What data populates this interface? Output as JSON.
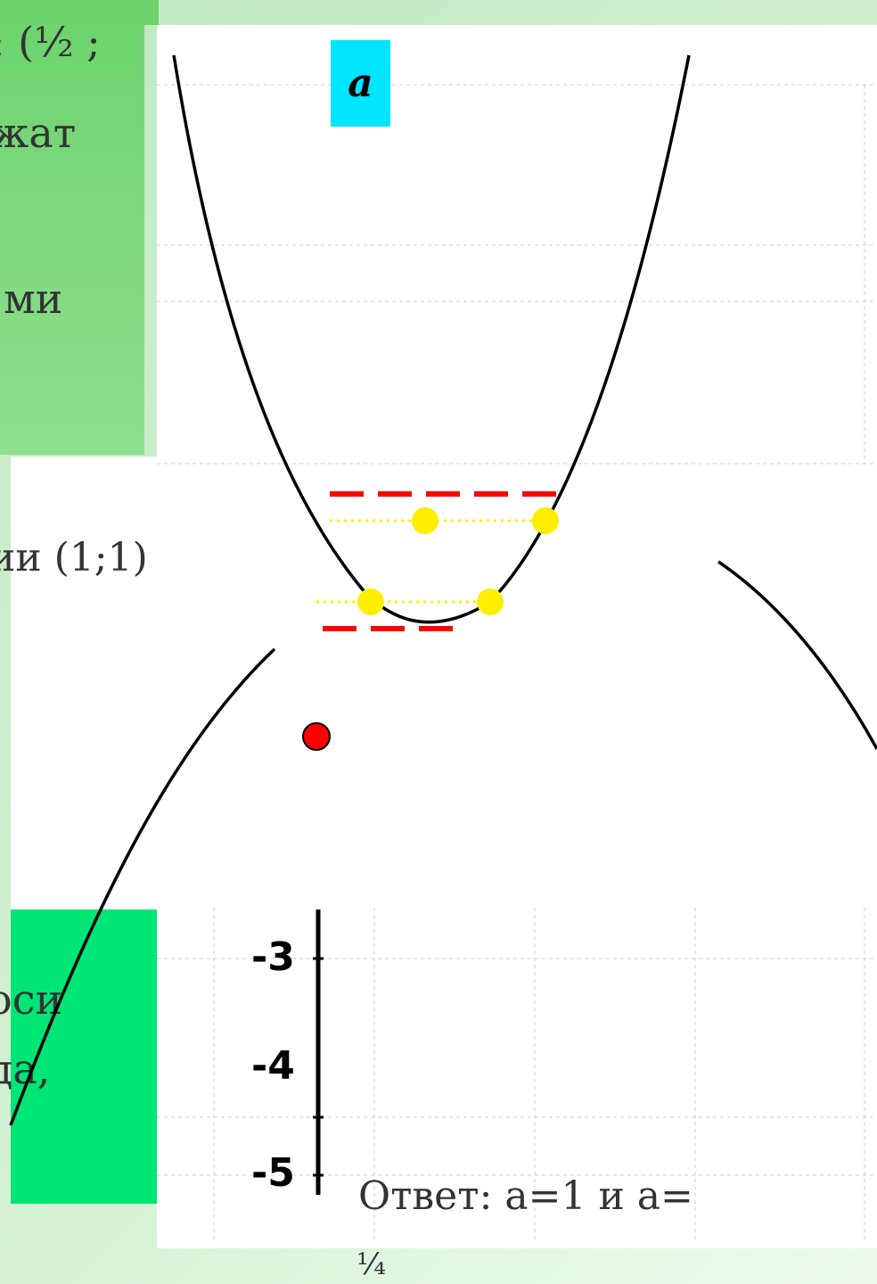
{
  "texts": {
    "line1": ": (½ ;",
    "line2": "жат",
    "line3": "ми",
    "line4": "ии (1;1)",
    "line5": "оси",
    "line6": "да,"
  },
  "param_label": "a",
  "axis_ticks": [
    "-3",
    "-4",
    "-5"
  ],
  "answer": {
    "text": "Ответ: a=1 и a=",
    "fraction": "¼"
  },
  "colors": {
    "panel_green": "#6cd36c",
    "bright_green": "#00e676",
    "cyan": "#00e5ff",
    "dash_red": "#ff0000",
    "point_yellow": "#ffee00",
    "point_red": "#ff0000"
  }
}
